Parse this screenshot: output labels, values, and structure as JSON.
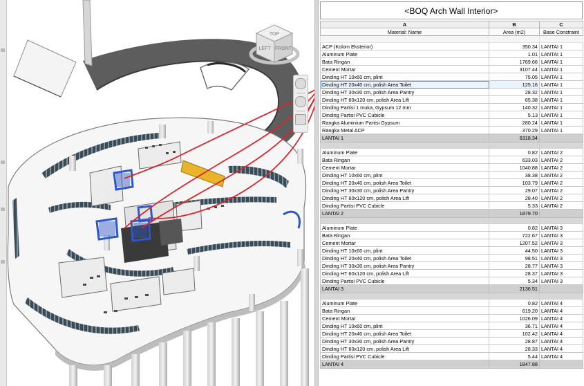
{
  "schedule": {
    "title": "<BOQ Arch Wall Interior>",
    "col_letters": [
      "A",
      "B",
      "C"
    ],
    "col_headers": [
      "Material: Name",
      "Area (m2)",
      "Base Constraint"
    ],
    "selected_row": "Dinding HT 20x40 cm, polish Area Toilet",
    "groups": [
      {
        "rows": [
          {
            "name": "ACP (Kolom Eksterior)",
            "area": "350.34",
            "level": "LANTAI 1"
          },
          {
            "name": "Aluminum Plate",
            "area": "1.01",
            "level": "LANTAI 1"
          },
          {
            "name": "Bata Ringan",
            "area": "1769.66",
            "level": "LANTAI 1"
          },
          {
            "name": "Cement Mortar",
            "area": "3107.44",
            "level": "LANTAI 1"
          },
          {
            "name": "Dinding HT 10x60 cm, plint",
            "area": "75.05",
            "level": "LANTAI 1"
          },
          {
            "name": "Dinding HT 20x40 cm, polish Area Toilet",
            "area": "125.16",
            "level": "LANTAI 1"
          },
          {
            "name": "Dinding HT 30x30 cm, polish Area Pantry",
            "area": "28.32",
            "level": "LANTAI 1"
          },
          {
            "name": "Dinding HT 60x120 cm, polish Area Lift",
            "area": "65.38",
            "level": "LANTAI 1"
          },
          {
            "name": "Dinding Partisi 1 muka, Gypsum 12 mm",
            "area": "140.32",
            "level": "LANTAI 1"
          },
          {
            "name": "Dinding Partisi PVC Cubicle",
            "area": "5.13",
            "level": "LANTAI 1"
          },
          {
            "name": "Rangka Aluminium Partisi Gypsum",
            "area": "280.24",
            "level": "LANTAI 1"
          },
          {
            "name": "Rangka Metal ACP",
            "area": "370.29",
            "level": "LANTAI 1"
          }
        ],
        "total_label": "LANTAI 1",
        "total_area": "6318.34"
      },
      {
        "rows": [
          {
            "name": "Aluminum Plate",
            "area": "0.82",
            "level": "LANTAI 2"
          },
          {
            "name": "Bata Ringan",
            "area": "633.03",
            "level": "LANTAI 2"
          },
          {
            "name": "Cement Mortar",
            "area": "1040.88",
            "level": "LANTAI 2"
          },
          {
            "name": "Dinding HT 10x60 cm, plint",
            "area": "38.38",
            "level": "LANTAI 2"
          },
          {
            "name": "Dinding HT 20x40 cm, polish Area Toilet",
            "area": "103.79",
            "level": "LANTAI 2"
          },
          {
            "name": "Dinding HT 30x30 cm, polish Area Pantry",
            "area": "29.07",
            "level": "LANTAI 2"
          },
          {
            "name": "Dinding HT 60x120 cm, polish Area Lift",
            "area": "28.40",
            "level": "LANTAI 2"
          },
          {
            "name": "Dinding Partisi PVC Cubicle",
            "area": "5.33",
            "level": "LANTAI 2"
          }
        ],
        "total_label": "LANTAI 2",
        "total_area": "1879.70"
      },
      {
        "rows": [
          {
            "name": "Aluminum Plate",
            "area": "0.82",
            "level": "LANTAI 3"
          },
          {
            "name": "Bata Ringan",
            "area": "722.67",
            "level": "LANTAI 3"
          },
          {
            "name": "Cement Mortar",
            "area": "1207.52",
            "level": "LANTAI 3"
          },
          {
            "name": "Dinding HT 10x60 cm, plint",
            "area": "44.50",
            "level": "LANTAI 3"
          },
          {
            "name": "Dinding HT 20x40 cm, polish Area Toilet",
            "area": "98.51",
            "level": "LANTAI 3"
          },
          {
            "name": "Dinding HT 30x30 cm, polish Area Pantry",
            "area": "28.77",
            "level": "LANTAI 3"
          },
          {
            "name": "Dinding HT 60x120 cm, polish Area Lift",
            "area": "28.37",
            "level": "LANTAI 3"
          },
          {
            "name": "Dinding Partisi PVC Cubicle",
            "area": "5.34",
            "level": "LANTAI 3"
          }
        ],
        "total_label": "LANTAI 3",
        "total_area": "2136.51"
      },
      {
        "rows": [
          {
            "name": "Aluminum Plate",
            "area": "0.82",
            "level": "LANTAI 4"
          },
          {
            "name": "Bata Ringan",
            "area": "619.20",
            "level": "LANTAI 4"
          },
          {
            "name": "Cement Mortar",
            "area": "1026.09",
            "level": "LANTAI 4"
          },
          {
            "name": "Dinding HT 10x60 cm, plint",
            "area": "36.71",
            "level": "LANTAI 4"
          },
          {
            "name": "Dinding HT 20x40 cm, polish Area Toilet",
            "area": "102.42",
            "level": "LANTAI 4"
          },
          {
            "name": "Dinding HT 30x30 cm, polish Area Pantry",
            "area": "28.87",
            "level": "LANTAI 4"
          },
          {
            "name": "Dinding HT 60x120 cm, polish Area Lift",
            "area": "28.33",
            "level": "LANTAI 4"
          },
          {
            "name": "Dinding Partisi PVC Cubicle",
            "area": "5.44",
            "level": "LANTAI 4"
          }
        ],
        "total_label": "LANTAI 4",
        "total_area": "1847.88"
      }
    ]
  },
  "viewport": {
    "viewcube_faces": [
      "TOP",
      "LEFT",
      "FRONT"
    ],
    "highlight_color": "#2f57c9",
    "leader_color": "#d7262b",
    "accent_color": "#e9b42a"
  }
}
